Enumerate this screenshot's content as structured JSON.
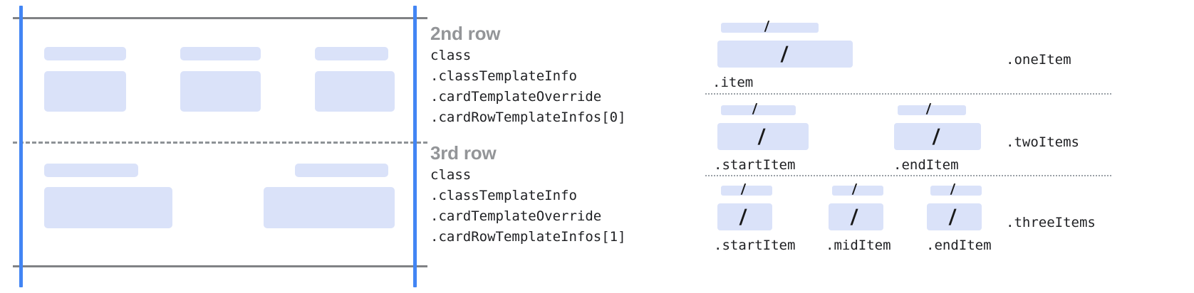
{
  "left_diagram": {
    "name": "card-row-placeholder-diagram",
    "rails_color": "#4285f4",
    "rule_color": "#808285",
    "placeholder_color": "#dae2f9",
    "row_groups": [
      {
        "name": "second-row-group",
        "items": [
          {
            "label_bar": "",
            "body_box": ""
          },
          {
            "label_bar": "",
            "body_box": ""
          },
          {
            "label_bar": "",
            "body_box": ""
          }
        ]
      },
      {
        "name": "third-row-group",
        "items": [
          {
            "label_bar": "",
            "body_box": ""
          },
          {
            "label_bar": "",
            "body_box": ""
          }
        ]
      }
    ]
  },
  "mid_column": {
    "blocks": [
      {
        "heading": "2nd row",
        "code_lines": [
          "class",
          ".classTemplateInfo",
          ".cardTemplateOverride",
          ".cardRowTemplateInfos[0]"
        ]
      },
      {
        "heading": "3rd row",
        "code_lines": [
          "class",
          ".classTemplateInfo",
          ".cardTemplateOverride",
          ".cardRowTemplateInfos[1]"
        ]
      }
    ]
  },
  "right_diagram": {
    "slash_glyph": "/",
    "groups": [
      {
        "label": ".oneItem",
        "slots": [
          {
            "caption": ".item"
          }
        ]
      },
      {
        "label": ".twoItems",
        "slots": [
          {
            "caption": ".startItem"
          },
          {
            "caption": ".endItem"
          }
        ]
      },
      {
        "label": ".threeItems",
        "slots": [
          {
            "caption": ".startItem"
          },
          {
            "caption": ".midItem"
          },
          {
            "caption": ".endItem"
          }
        ]
      }
    ]
  }
}
